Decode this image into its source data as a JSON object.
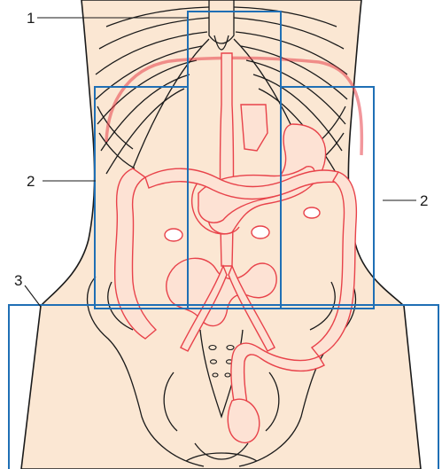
{
  "callouts": [
    {
      "number": "1",
      "target": "epigastric-region-box"
    },
    {
      "number": "2",
      "target": "right-lumbar-region-box"
    },
    {
      "number": "2",
      "target": "left-lumbar-region-box"
    },
    {
      "number": "3",
      "target": "pelvic-region-box"
    }
  ],
  "colors": {
    "skin": "#fbe7d3",
    "outline": "#1a1a1a",
    "organs": "#e8424a",
    "organs_fill": "#fde2d4",
    "region_box": "#1f6fb5"
  }
}
